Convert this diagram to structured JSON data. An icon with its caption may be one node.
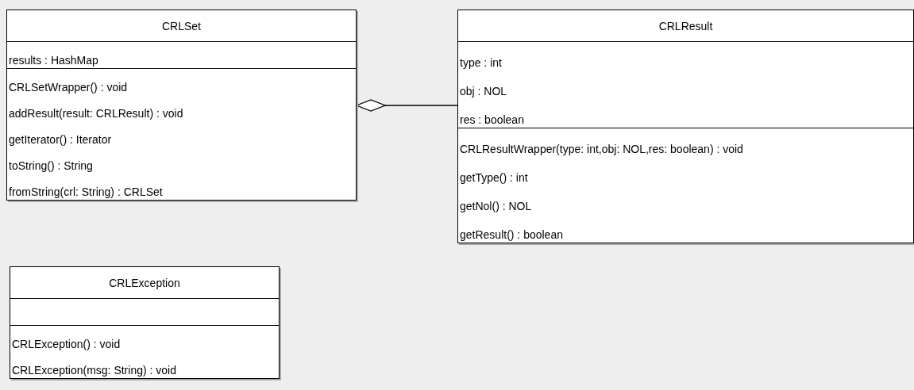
{
  "diagram": {
    "nodes": [
      {
        "text": [
          "CRLSet",
          "results : HashMap",
          "CRLSetWrapper() : void",
          "addResult(result: CRLResult) : void",
          "getIterator() : Iterator",
          "toString() : String",
          "fromString(crl: String) : CRLSet"
        ]
      },
      {
        "text": [
          "CRLResult",
          "type : int",
          "obj : NOL",
          "res : boolean",
          "CRLResultWrapper(type: int,obj: NOL,res: boolean) : void",
          "getType() : int",
          "getNol() : NOL",
          "getResult() : boolean"
        ]
      },
      {
        "text": [
          "CRLException",
          "CRLException() : void",
          "CRLException(msg: String) : void"
        ]
      }
    ],
    "edges": [
      {
        "from": 0,
        "to": 1,
        "arrow": "other"
      }
    ]
  }
}
